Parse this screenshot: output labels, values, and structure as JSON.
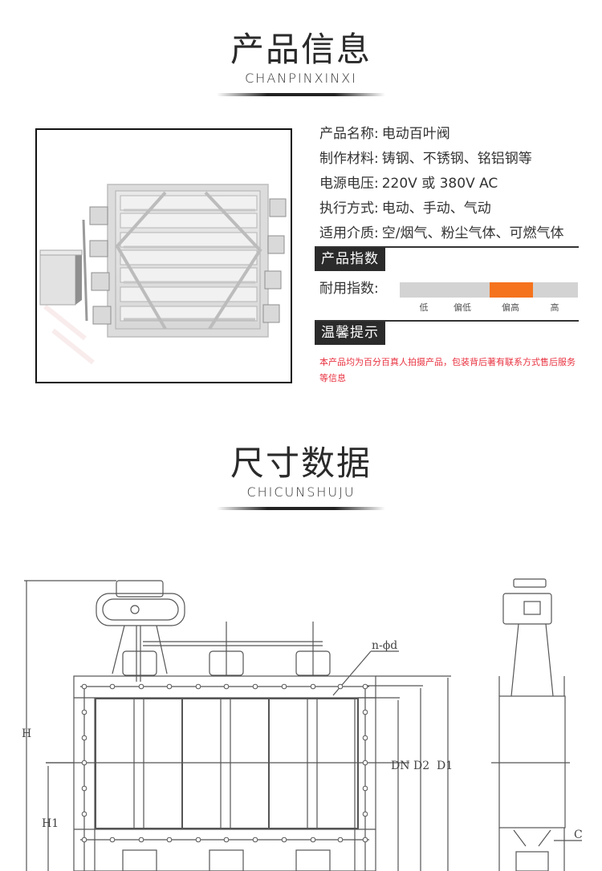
{
  "product_info_section": {
    "title_cn": "产品信息",
    "title_en": "CHANPINXINXI"
  },
  "product_photo": {
    "alt": "电动百叶阀 product photo"
  },
  "specs": [
    {
      "key": "产品名称:",
      "value": "电动百叶阀"
    },
    {
      "key": "制作材料:",
      "value": "铸钢、不锈钢、铭铝钢等"
    },
    {
      "key": "电源电压:",
      "value": "220V 或 380V AC"
    },
    {
      "key": "执行方式:",
      "value": "电动、手动、气动"
    },
    {
      "key": "适用介质:",
      "value": "空/烟气、粉尘气体、可燃气体"
    }
  ],
  "index_section": {
    "tag": "产品指数",
    "durability_label": "耐用指数:",
    "levels": [
      "低",
      "偏低",
      "偏高",
      "高"
    ],
    "selected_level": "偏高",
    "track_color": "#d3d3d3",
    "fill_color": "#f5731d"
  },
  "tips_section": {
    "tag": "温馨提示",
    "text": "本产品均为百分百真人拍摄产品，包装背后著有联系方式售后服务等信息",
    "text_color": "#e8313f"
  },
  "dimension_section": {
    "title_cn": "尺寸数据",
    "title_en": "CHICUNSHUJU"
  },
  "drawing_labels": {
    "H": "H",
    "H1": "H1",
    "DN": "DN",
    "D2": "D2",
    "D1": "D1",
    "holes": "n-ϕd",
    "C": "C"
  }
}
